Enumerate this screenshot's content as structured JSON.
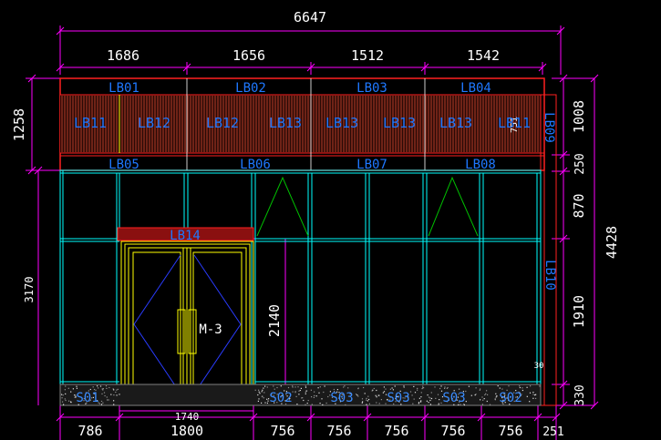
{
  "colors": {
    "background": "#000000",
    "dimension": "#ff00ff",
    "frame": "#00ffff",
    "panel_label": "#1e78ff",
    "border": "#ff2020",
    "stripe": "#b43c28",
    "door": "#ffff00",
    "diamond": "#2a3cff",
    "glass_triangle": "#00c000",
    "white_text": "#ffffff",
    "floor_text": "#3a8cff"
  },
  "dimensions": {
    "overall_width": "6647",
    "top_segments": [
      "1686",
      "1656",
      "1512",
      "1542"
    ],
    "bottom_segments": [
      "786",
      "1800",
      "756",
      "756",
      "756",
      "756",
      "756",
      "251"
    ],
    "door_width": "1740",
    "left_band": "1258",
    "left_lower": "3170",
    "door_height": "2140",
    "right_segments": [
      "1008",
      "250",
      "870",
      "1910",
      "330"
    ],
    "right_total": "4428",
    "small_vertical": "751",
    "small_gap": "30"
  },
  "labels": {
    "top_row": [
      "LB01",
      "LB02",
      "LB03",
      "LB04"
    ],
    "middle_row": [
      "LB11",
      "LB12",
      "LB12",
      "LB13",
      "LB13",
      "LB13",
      "LB13",
      "LB11"
    ],
    "bottom_row": [
      "LB05",
      "LB06",
      "LB07",
      "LB08"
    ],
    "side_top": "LB09",
    "side_lower": "LB10",
    "door_header": "LB14",
    "door_tag": "M-3",
    "floor": [
      "S01",
      "S02",
      "S03",
      "S03",
      "S03",
      "S02"
    ]
  }
}
